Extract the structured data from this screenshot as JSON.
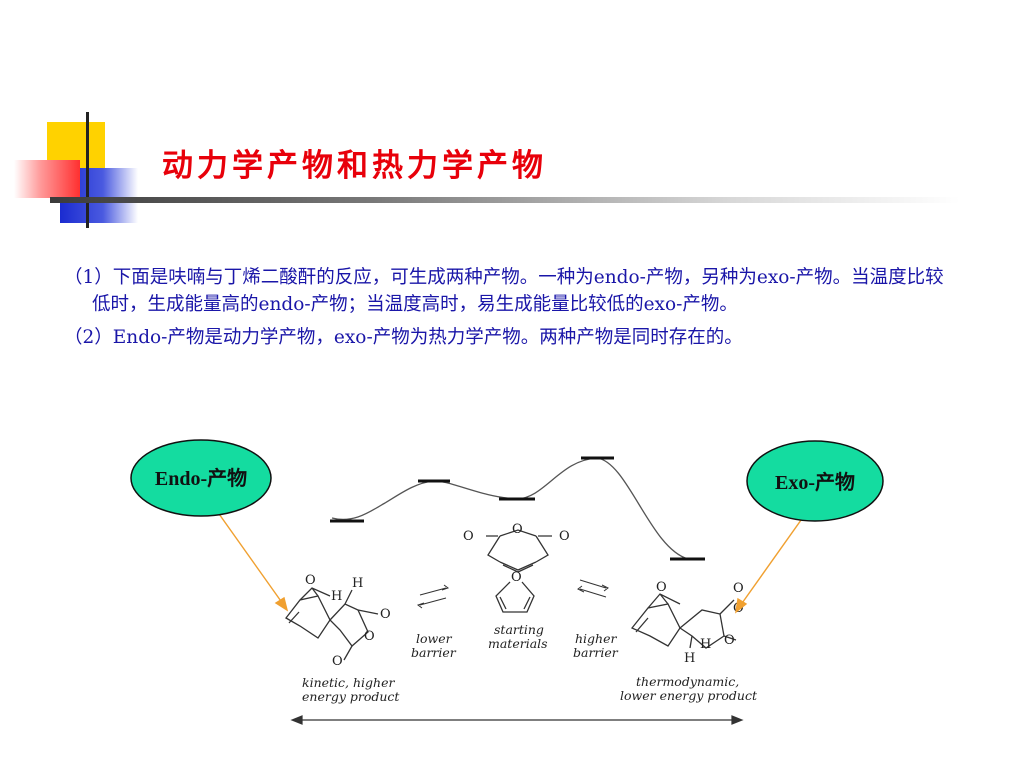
{
  "slide": {
    "title": "动力学产物和热力学产物",
    "paragraphs": [
      "（1）下面是呋喃与丁烯二酸酐的反应，可生成两种产物。一种为endo-产物，另种为exo-产物。当温度比较低时，生成能量高的endo-产物；当温度高时，易生成能量比较低的exo-产物。",
      "（2）Endo-产物是动力学产物，exo-产物为热力学产物。两种产物是同时存在的。"
    ]
  },
  "diagram": {
    "bubbles": {
      "endo": "Endo-产物",
      "exo": "Exo-产物"
    },
    "labels": {
      "lower_barrier": [
        "lower",
        "barrier"
      ],
      "starting_materials": [
        "starting",
        "materials"
      ],
      "higher_barrier": [
        "higher",
        "barrier"
      ],
      "kinetic": [
        "kinetic, higher",
        "energy product"
      ],
      "thermodynamic": [
        "thermodynamic,",
        "lower energy product"
      ]
    },
    "atoms": {
      "O": "O",
      "H": "H"
    },
    "colors": {
      "bubble_fill": "#14dca0",
      "arrow": "#f0a030",
      "title": "#e8000a",
      "body_text": "#1a16a8"
    }
  }
}
